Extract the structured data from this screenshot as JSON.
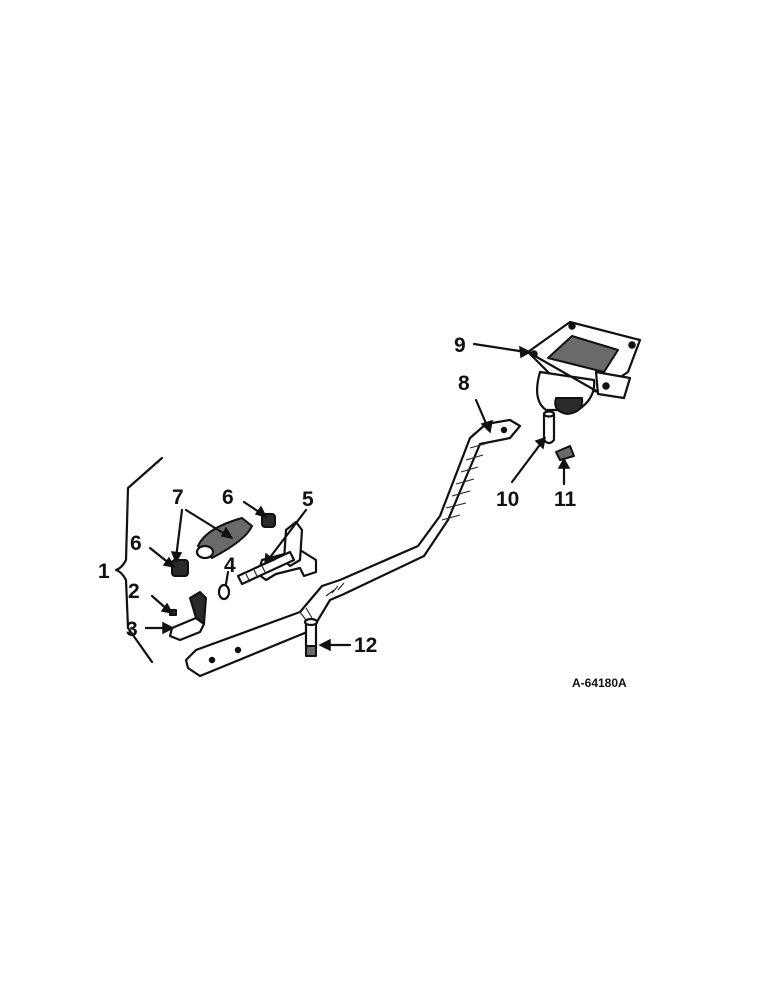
{
  "diagram": {
    "figure_code": "A-64180A",
    "callouts": {
      "c1": "1",
      "c2": "2",
      "c3": "3",
      "c4": "4",
      "c5": "5",
      "c6a": "6",
      "c6b": "6",
      "c7": "7",
      "c8": "8",
      "c9": "9",
      "c10": "10",
      "c11": "11",
      "c12": "12"
    },
    "colors": {
      "ink": "#111111",
      "paper": "#ffffff",
      "shade": "#6a6a6a"
    }
  }
}
